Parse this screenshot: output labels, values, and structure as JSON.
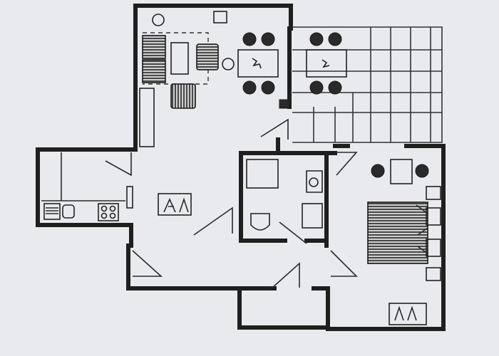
{
  "plan": {
    "background_color": "#e9eaee",
    "wall_color": "#1f1f1f",
    "rooms": [
      "living-dining",
      "terrace",
      "kitchen",
      "bathroom",
      "hallway",
      "bedroom",
      "storage"
    ]
  }
}
